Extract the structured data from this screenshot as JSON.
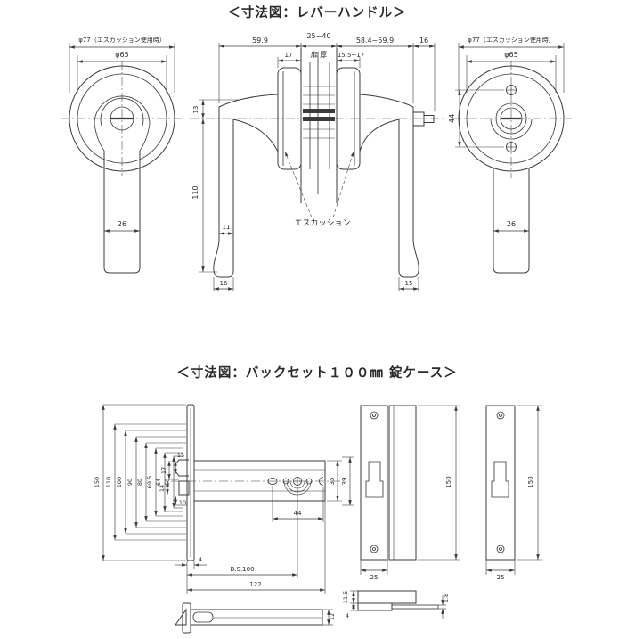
{
  "colors": {
    "line": "#3b3b3b",
    "background": "#ffffff"
  },
  "sections": {
    "lever": {
      "title": "＜寸法図：レバーハンドル＞",
      "left_front": {
        "phi77": "φ77（エスカッション使用時）",
        "phi65": "φ65",
        "grip_w": "26"
      },
      "right_front": {
        "phi77": "φ77（エスカッション使用時）",
        "phi65": "φ65",
        "screw_pitch": "44",
        "grip_w": "26"
      },
      "side": {
        "proj_left": "59.9",
        "door_range": "25~40",
        "proj_right": "58.4~59.9",
        "spindle_len": "16",
        "esc_depth_left": "17",
        "door_label": "扉 厚",
        "esc_depth_right": "15.5~17",
        "neck_height": "13",
        "handle_len": "110",
        "grip_thick": "11",
        "grip_end_left": "16",
        "grip_end_right": "15",
        "escutcheon_label": "エスカッション"
      }
    },
    "lockcase": {
      "title": "＜寸法図：バックセット１００㎜ 錠ケース＞",
      "front": {
        "h150": "150",
        "h110": "110",
        "h100": "100",
        "h90": "90",
        "h80": "80",
        "h695": "69.5",
        "h64": "64",
        "h60": "60",
        "d15": "15",
        "d17": "17",
        "d14": "14",
        "d10": "10"
      },
      "case": {
        "d44": "44",
        "backset": "B.S.100",
        "total": "122",
        "plate_t": "4",
        "h35": "35",
        "h39": "39"
      },
      "plate_a": {
        "h": "150",
        "w": "25"
      },
      "plate_b": {
        "h": "150",
        "w": "25"
      },
      "latch": {
        "h": "12"
      },
      "section": {
        "h115": "11.5",
        "t4": "4",
        "t18": "1.8"
      }
    }
  }
}
